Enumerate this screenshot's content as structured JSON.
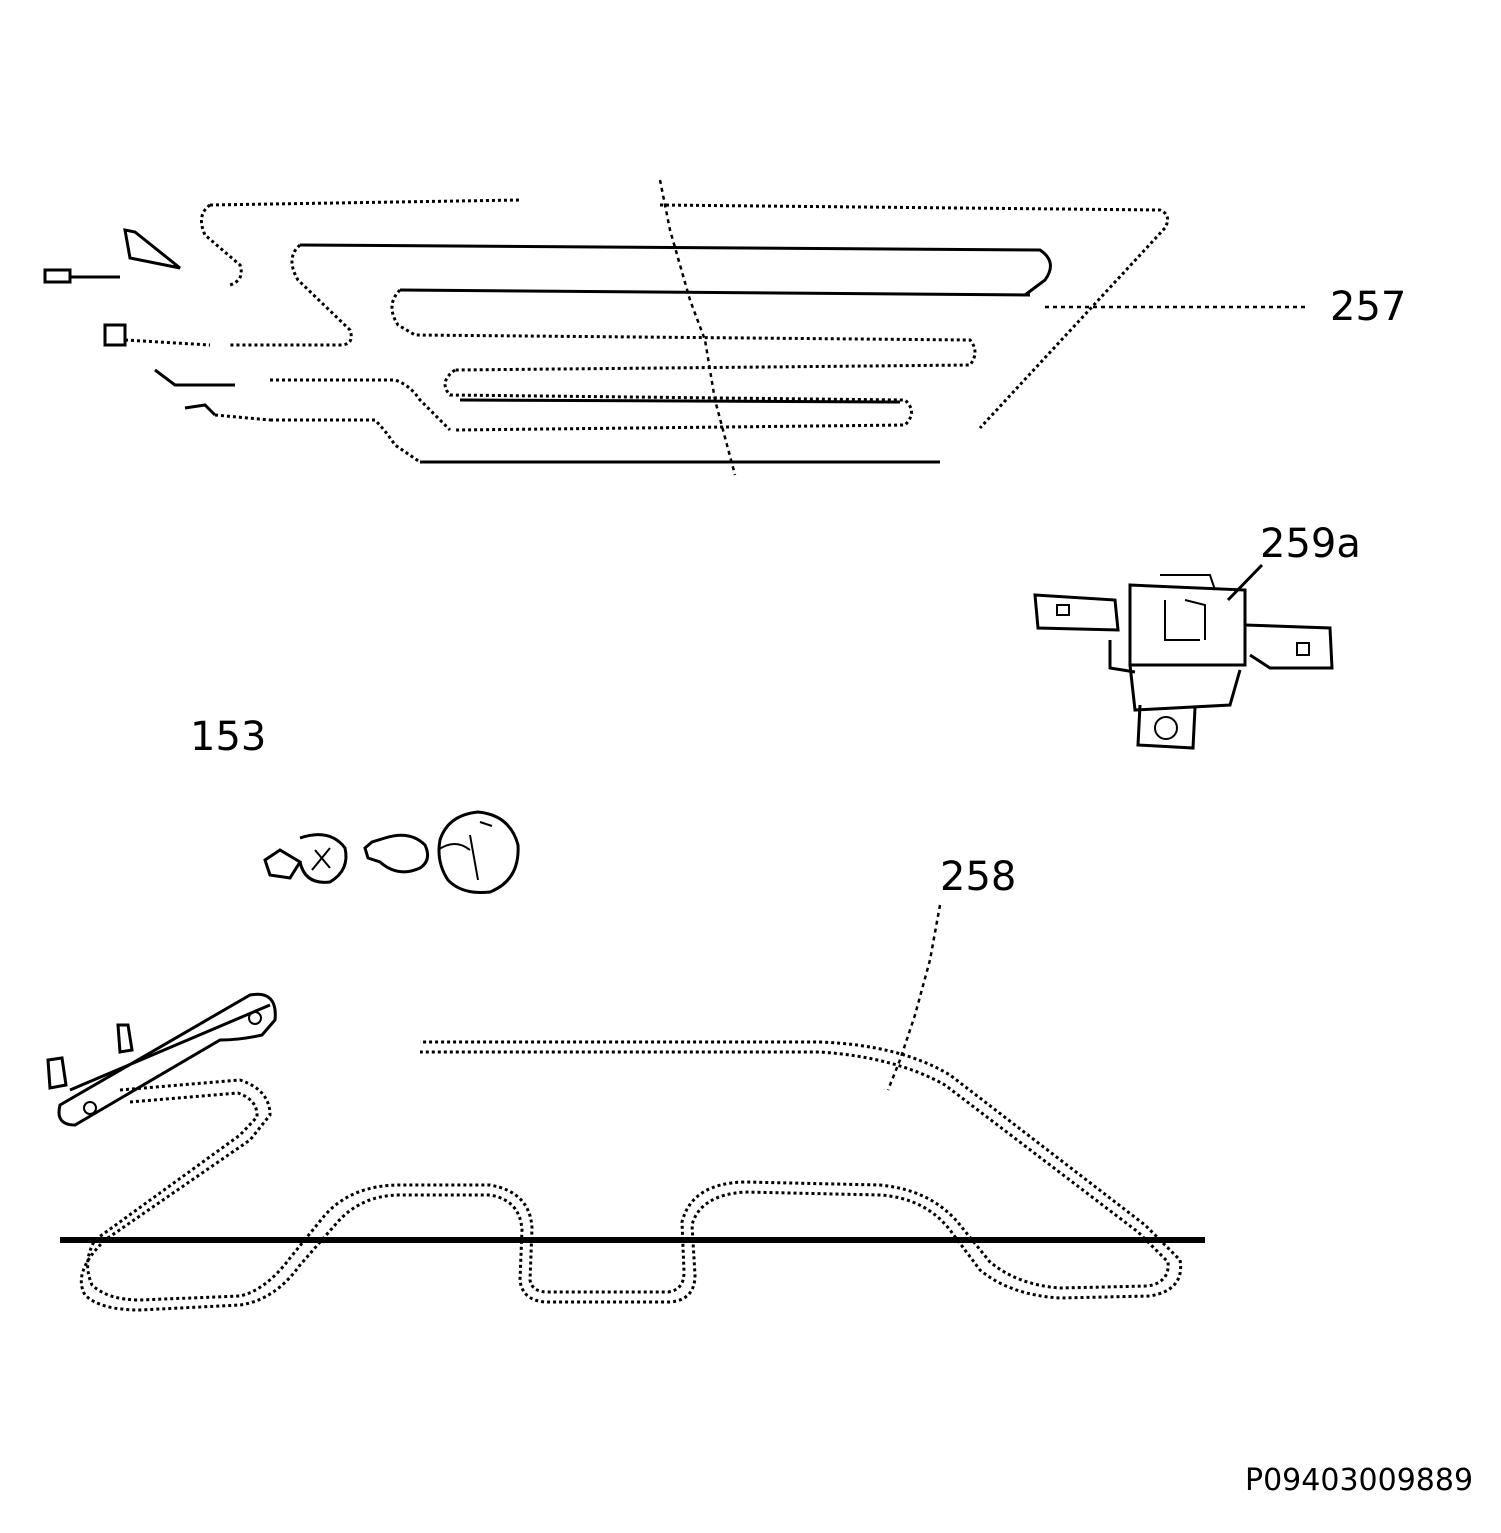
{
  "callouts": {
    "part_257": "257",
    "part_259a": "259a",
    "part_153": "153",
    "part_258": "258"
  },
  "drawing_code": "P09403009889"
}
